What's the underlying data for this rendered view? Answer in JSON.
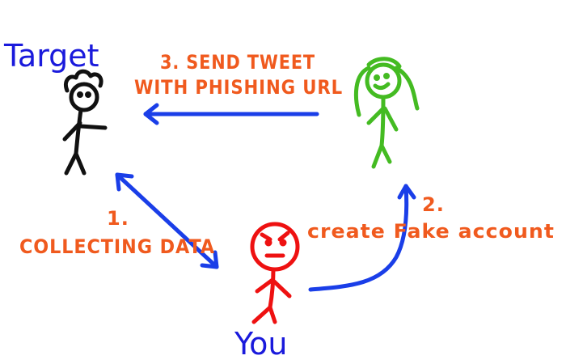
{
  "actors": {
    "target": {
      "label": "Target"
    },
    "you": {
      "label": "You"
    }
  },
  "steps": {
    "collect": {
      "number": "1.",
      "text": "COLLECTING DATA"
    },
    "fake_account": {
      "number": "2.",
      "text": "create Fake account"
    },
    "tweet": {
      "line1": "3. SEND TWEET",
      "line2": "WITH PHISHING URL"
    }
  },
  "colors": {
    "actor_label": "#1a1adc",
    "arrow": "#1a3ee8",
    "step_text": "#f05a1e",
    "target_figure": "#111111",
    "fake_figure": "#44bb22",
    "you_figure": "#ee1111"
  }
}
